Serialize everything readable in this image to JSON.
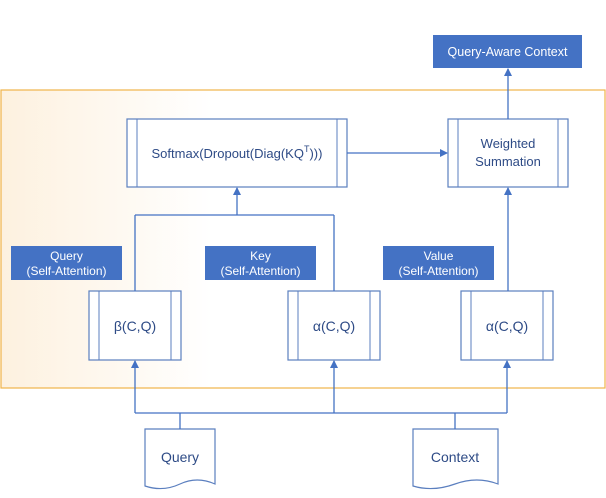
{
  "output": {
    "label": "Query-Aware Context"
  },
  "softmax": {
    "prefix": "Softmax(Dropout(Diag(KQ",
    "sup": "T",
    "suffix": ")))"
  },
  "weighted": {
    "line1": "Weighted",
    "line2": "Summation"
  },
  "labels": [
    {
      "line1": "Query",
      "line2": "(Self-Attention)"
    },
    {
      "line1": "Key",
      "line2": "(Self-Attention)"
    },
    {
      "line1": "Value",
      "line2": "(Self-Attention)"
    }
  ],
  "functions": [
    {
      "text": "β(C,Q)"
    },
    {
      "text": "α(C,Q)"
    },
    {
      "text": "α(C,Q)"
    }
  ],
  "inputs": [
    {
      "text": "Query"
    },
    {
      "text": "Context"
    }
  ],
  "colors": {
    "line": "#4472c4",
    "fill_dark": "#4472c4",
    "box_stroke": "#5b7fbf",
    "container_stroke": "#f0b44a",
    "container_fill": "#fef7ec"
  }
}
